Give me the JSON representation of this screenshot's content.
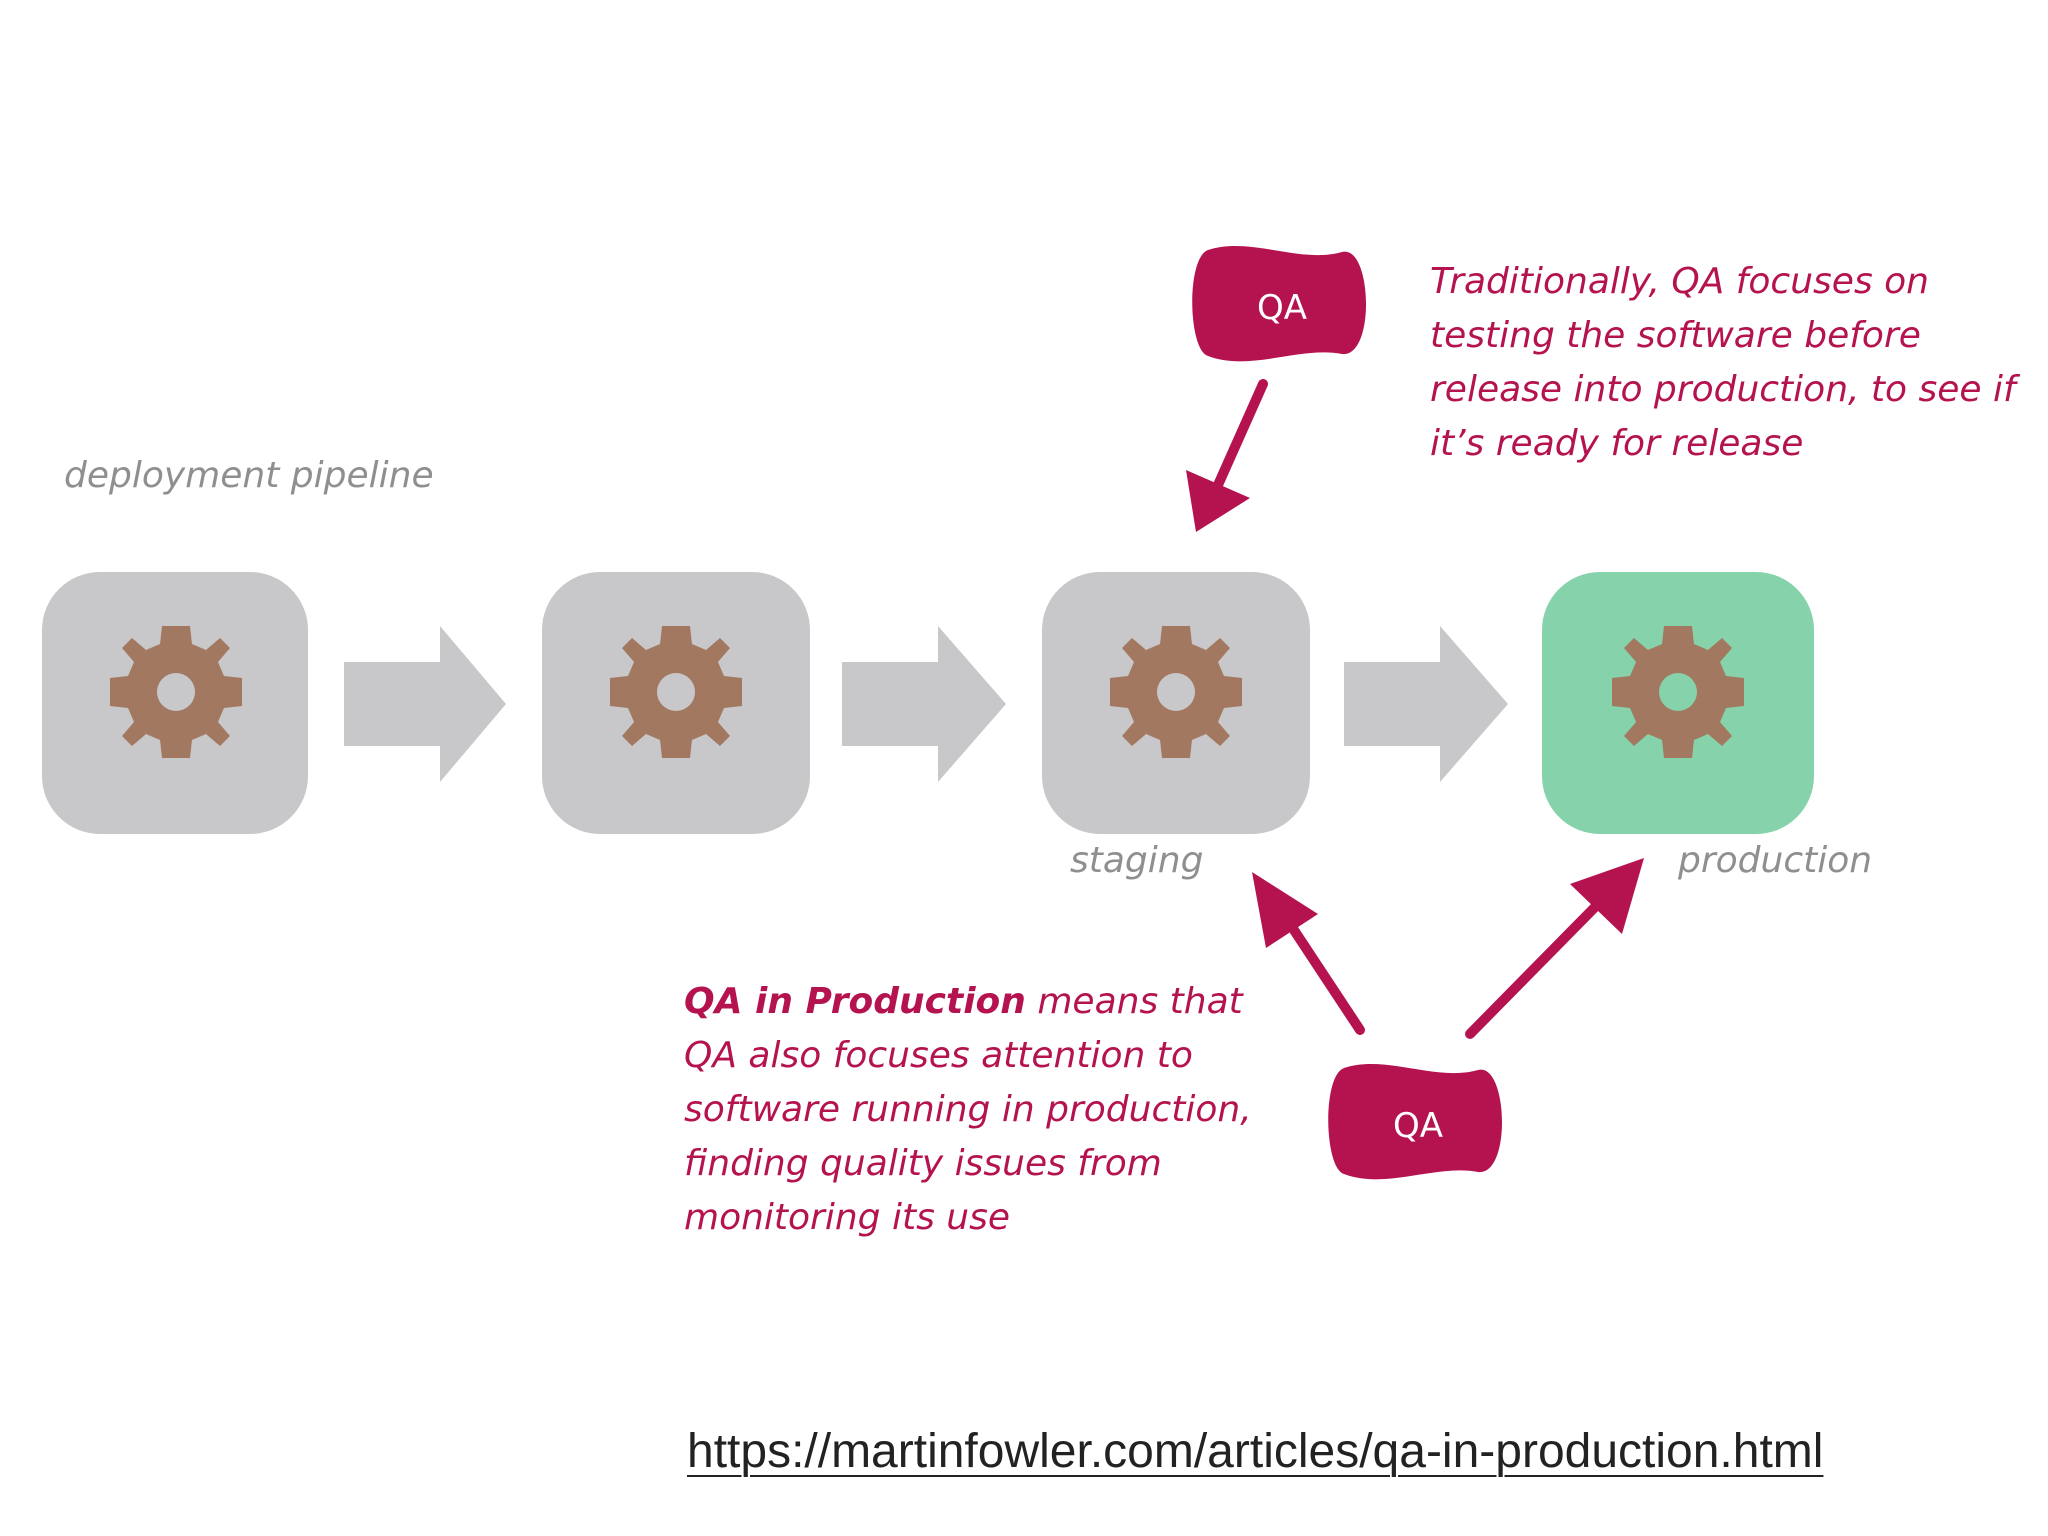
{
  "diagram": {
    "pipeline_label": "deployment pipeline",
    "stages": [
      {
        "label": "",
        "color": "#c8c8ca",
        "icon": "gear-icon"
      },
      {
        "label": "",
        "color": "#c8c8ca",
        "icon": "gear-icon"
      },
      {
        "label": "staging",
        "color": "#c8c8ca",
        "icon": "gear-icon"
      },
      {
        "label": "production",
        "color": "#86d3ab",
        "icon": "gear-icon"
      }
    ],
    "qa_badges": [
      {
        "text": "QA"
      },
      {
        "text": "QA"
      }
    ],
    "notes": {
      "traditional": [
        "Traditionally, QA focuses on",
        "testing the software before",
        "release into production, to see if",
        "it’s ready for release"
      ],
      "in_production": {
        "lead": "QA in Production",
        "rest_first_line": " means that",
        "lines": [
          "QA also focuses attention to",
          "software running in production,",
          "finding quality issues from",
          "monitoring its use"
        ]
      }
    },
    "colors": {
      "accent": "#b5134f",
      "stage_gray": "#c8c8ca",
      "production_green": "#86d3ab",
      "gear": "#a27860",
      "flow_arrow": "#c8c8ca"
    }
  },
  "source_url": "https://martinfowler.com/articles/qa-in-production.html"
}
